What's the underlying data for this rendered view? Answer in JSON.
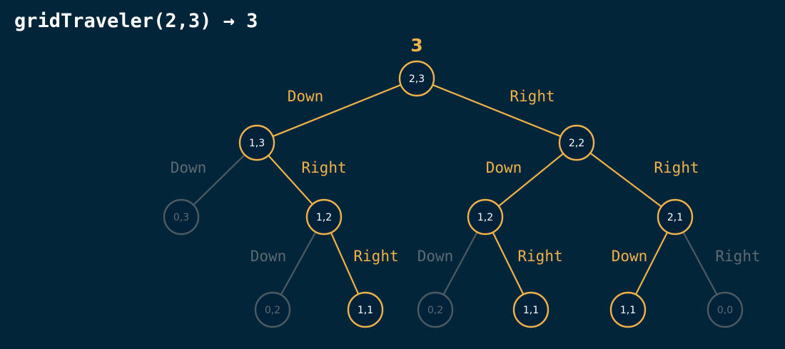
{
  "title": "gridTraveler(2,3) → 3",
  "result": "3",
  "colors": {
    "background": "#022539",
    "active": "#F0B34B",
    "inactive": "#4E5A62",
    "active_text": "#FFFFFF",
    "inactive_text": "#5E6A72",
    "node_fill": "#02223A"
  },
  "nodes": [
    {
      "id": "n23",
      "label": "2,3",
      "active": true
    },
    {
      "id": "n13",
      "label": "1,3",
      "active": true
    },
    {
      "id": "n22",
      "label": "2,2",
      "active": true
    },
    {
      "id": "n03",
      "label": "0,3",
      "active": false
    },
    {
      "id": "n12a",
      "label": "1,2",
      "active": true
    },
    {
      "id": "n12b",
      "label": "1,2",
      "active": true
    },
    {
      "id": "n21",
      "label": "2,1",
      "active": true
    },
    {
      "id": "n02a",
      "label": "0,2",
      "active": false
    },
    {
      "id": "n11a",
      "label": "1,1",
      "active": true
    },
    {
      "id": "n02b",
      "label": "0,2",
      "active": false
    },
    {
      "id": "n11b",
      "label": "1,1",
      "active": true
    },
    {
      "id": "n11c",
      "label": "1,1",
      "active": true
    },
    {
      "id": "n00",
      "label": "0,0",
      "active": false
    }
  ],
  "edges": [
    {
      "from": "n23",
      "to": "n13",
      "label": "Down",
      "active": true
    },
    {
      "from": "n23",
      "to": "n22",
      "label": "Right",
      "active": true
    },
    {
      "from": "n13",
      "to": "n03",
      "label": "Down",
      "active": false
    },
    {
      "from": "n13",
      "to": "n12a",
      "label": "Right",
      "active": true
    },
    {
      "from": "n22",
      "to": "n12b",
      "label": "Down",
      "active": true
    },
    {
      "from": "n22",
      "to": "n21",
      "label": "Right",
      "active": true
    },
    {
      "from": "n12a",
      "to": "n02a",
      "label": "Down",
      "active": false
    },
    {
      "from": "n12a",
      "to": "n11a",
      "label": "Right",
      "active": true
    },
    {
      "from": "n12b",
      "to": "n02b",
      "label": "Down",
      "active": false
    },
    {
      "from": "n12b",
      "to": "n11b",
      "label": "Right",
      "active": true
    },
    {
      "from": "n21",
      "to": "n11c",
      "label": "Down",
      "active": true
    },
    {
      "from": "n21",
      "to": "n00",
      "label": "Right",
      "active": false
    }
  ]
}
